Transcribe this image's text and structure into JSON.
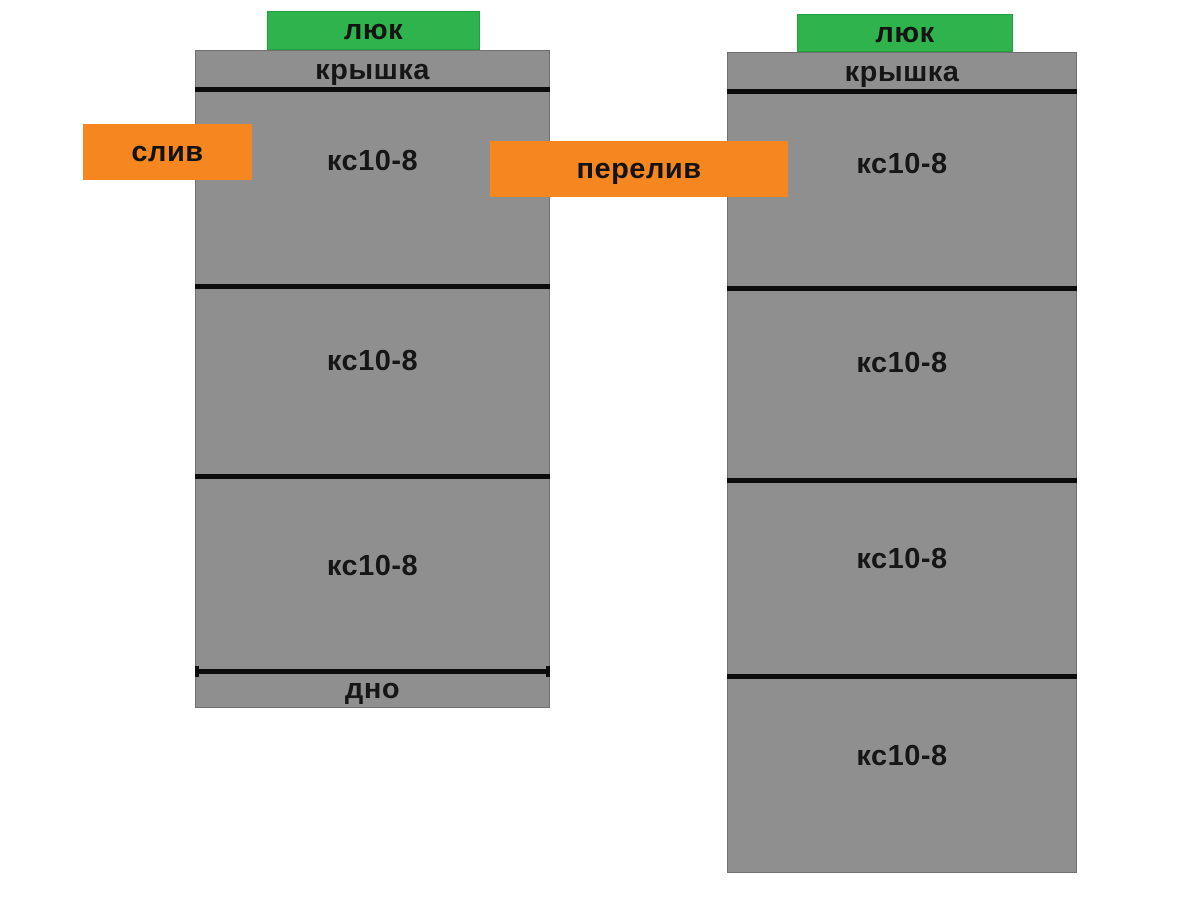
{
  "colors": {
    "well_gray": "#8f8f8f",
    "hatch_green": "#2eb34d",
    "pipe_orange": "#f6861f",
    "joint_line_black": "#0c0c0c",
    "text_dark": "#161616",
    "background": "#ffffff"
  },
  "left_well": {
    "hatch_label": "люк",
    "cover_label": "крышка",
    "rings": [
      "кс10-8",
      "кс10-8",
      "кс10-8"
    ],
    "bottom_label": "дно"
  },
  "right_well": {
    "hatch_label": "люк",
    "cover_label": "крышка",
    "rings": [
      "кс10-8",
      "кс10-8",
      "кс10-8",
      "кс10-8"
    ]
  },
  "pipes": {
    "drain_label": "слив",
    "overflow_label": "перелив"
  }
}
